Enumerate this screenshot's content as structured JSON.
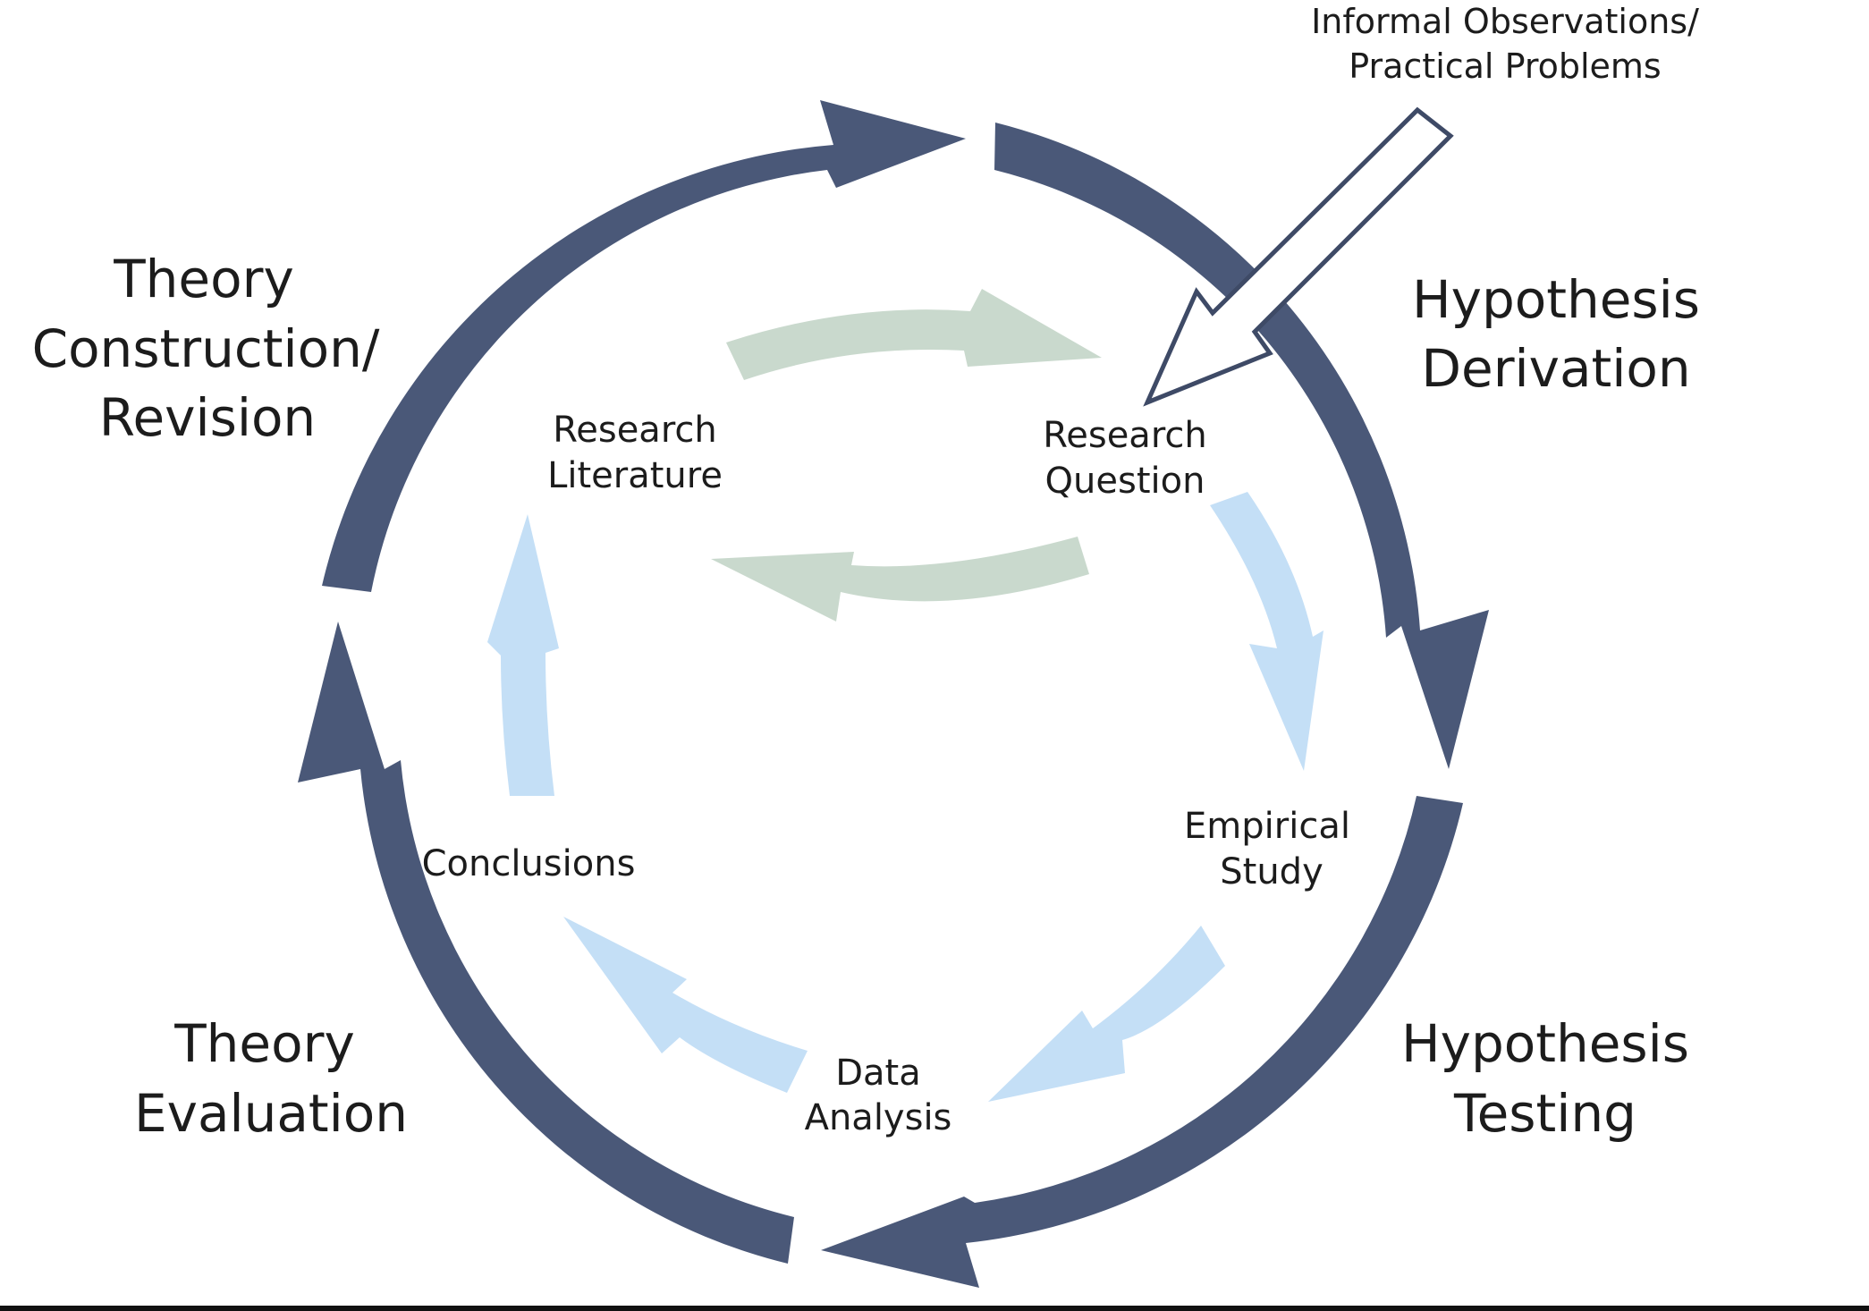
{
  "input": {
    "line1": "Informal Observations/",
    "line2": "Practical Problems"
  },
  "outer_cycle": {
    "theory_construction": [
      "Theory",
      "Construction/",
      "Revision"
    ],
    "hypothesis_derivation": [
      "Hypothesis",
      "Derivation"
    ],
    "hypothesis_testing": [
      "Hypothesis",
      "Testing"
    ],
    "theory_evaluation": [
      "Theory",
      "Evaluation"
    ]
  },
  "inner_cycle": {
    "research_literature": [
      "Research",
      "Literature"
    ],
    "research_question": [
      "Research",
      "Question"
    ],
    "empirical_study": [
      "Empirical",
      "Study"
    ],
    "data_analysis": [
      "Data",
      "Analysis"
    ],
    "conclusions": "Conclusions"
  },
  "colors": {
    "outer_arrows": "#4a5878",
    "research_loop_arrows": "#c9d9cd",
    "study_cycle_arrows": "#c4dff6",
    "input_arrow_stroke": "#3e4a66",
    "input_arrow_fill": "#ffffff",
    "background": "#ffffff"
  }
}
